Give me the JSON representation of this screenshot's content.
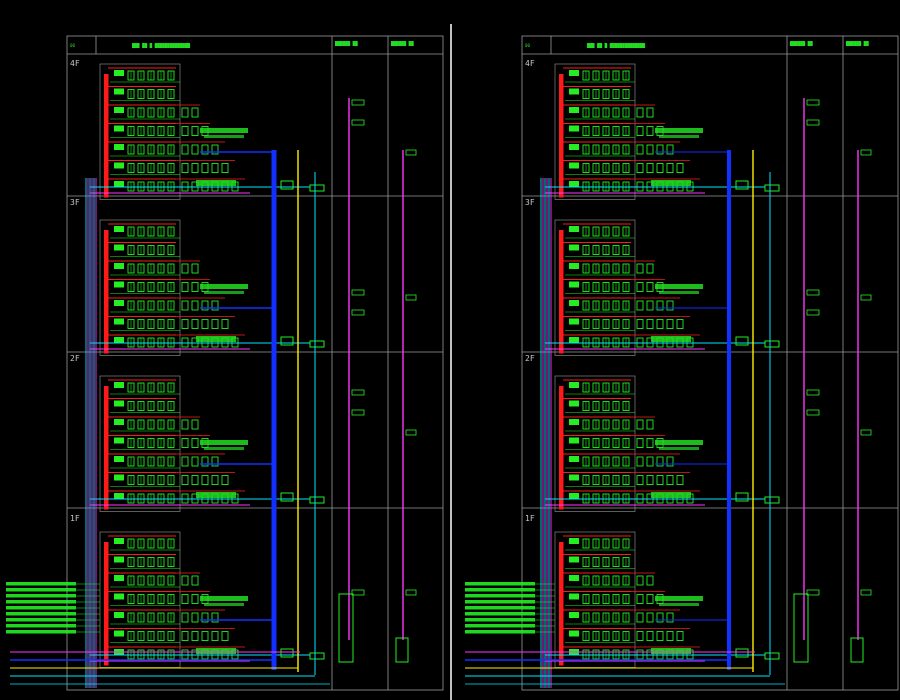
{
  "colors": {
    "background": "#000000",
    "frame": "#9a9a9a",
    "divider": "#f2f2f2",
    "riser_red": "#ff1a1a",
    "riser_blue": "#1230ff",
    "riser_yellow": "#ffee00",
    "riser_cyan": "#00e5ff",
    "riser_magenta": "#ff33ff",
    "equipment_green": "#22ee22",
    "label_green": "#22dd22"
  },
  "drawings": [
    {
      "id": "left",
      "header": {
        "code": "00",
        "title": "███ ██ █ ██████████████",
        "col_a": "██████ ██",
        "col_b": "██████ ██"
      },
      "floors": [
        "4F",
        "3F",
        "2F",
        "1F"
      ],
      "rack_rows": 7
    },
    {
      "id": "right",
      "header": {
        "code": "00",
        "title": "███ ██ █ ██████████████",
        "col_a": "██████ ██",
        "col_b": "██████ ██"
      },
      "floors": [
        "4F",
        "3F",
        "2F",
        "1F"
      ],
      "rack_rows": 7
    }
  ]
}
